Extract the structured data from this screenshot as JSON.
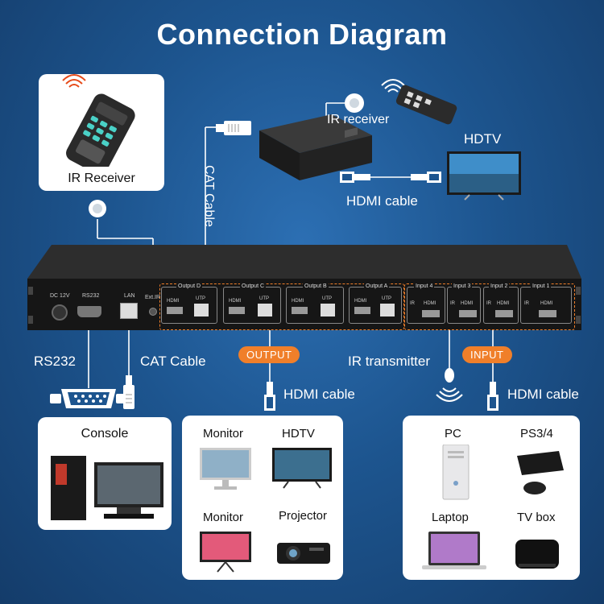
{
  "title": "Connection Diagram",
  "labels": {
    "ir_receiver_card": "IR Receiver",
    "ir_receiver_top": "IR receiver",
    "hdtv_top": "HDTV",
    "hdmi_cable_top": "HDMI cable",
    "cat_cable_vertical": "CAT Cable",
    "rs232": "RS232",
    "cat_cable_bottom": "CAT Cable",
    "output_badge": "OUTPUT",
    "hdmi_cable_output": "HDMI cable",
    "ir_transmitter": "IR transmitter",
    "input_badge": "INPUT",
    "hdmi_cable_input": "HDMI cable"
  },
  "panel": {
    "dc": "DC 12V",
    "rs232": "RS232",
    "lan": "LAN",
    "ext_ir": "Ext.IR",
    "outputs": [
      "Output D",
      "Output C",
      "Output B",
      "Output A"
    ],
    "inputs": [
      "Input 4",
      "Input 3",
      "Input 2",
      "Input 1"
    ],
    "port_hdmi": "HDMI",
    "port_utp": "UTP",
    "port_ir": "IR"
  },
  "cards": {
    "console": {
      "label": "Console"
    },
    "displays": [
      {
        "label": "Monitor"
      },
      {
        "label": "HDTV"
      },
      {
        "label": "Monitor"
      },
      {
        "label": "Projector"
      }
    ],
    "sources": [
      {
        "label": "PC"
      },
      {
        "label": "PS3/4"
      },
      {
        "label": "Laptop"
      },
      {
        "label": "TV box"
      }
    ]
  },
  "colors": {
    "background": "#1d558f",
    "accent_orange": "#f07f2a",
    "device_body": "#1b1b1b"
  }
}
